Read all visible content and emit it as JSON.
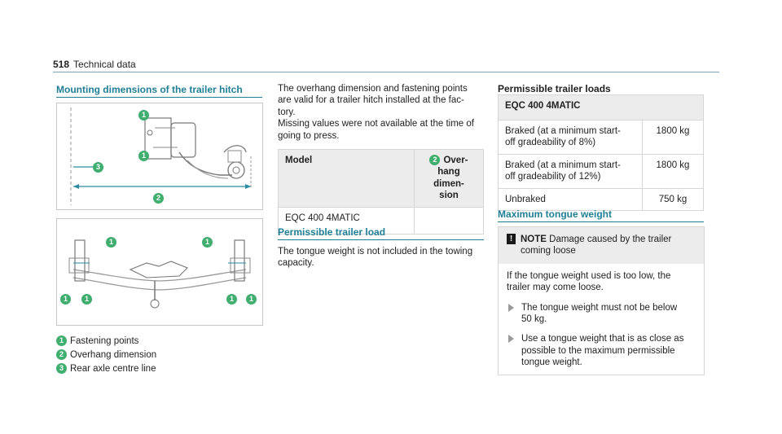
{
  "header": {
    "page_number": "518",
    "section": "Technical data"
  },
  "left": {
    "heading": "Mounting dimensions of the trailer hitch",
    "figure1_badges": [
      "1",
      "1",
      "3",
      "2"
    ],
    "figure2_badges": [
      "1",
      "1",
      "1",
      "1",
      "1",
      "1"
    ],
    "legend": [
      {
        "num": "1",
        "text": "Fastening points"
      },
      {
        "num": "2",
        "text": "Overhang dimension"
      },
      {
        "num": "3",
        "text": "Rear axle centre line"
      }
    ]
  },
  "middle": {
    "para1_line1": "The overhang dimension and fastening points",
    "para1_line2": "are valid for a trailer hitch installed at the fac-",
    "para1_line3": "tory.",
    "para2_line1": "Missing values were not available at the time of",
    "para2_line2": "going to press.",
    "table": {
      "col1_header": "Model",
      "col2_badge": "2",
      "col2_line1": "Over-",
      "col2_line2": "hang dimen-",
      "col2_line3": "sion",
      "row_model": "EQC 400 4MATIC",
      "row_value": ""
    },
    "heading2": "Permissible trailer load",
    "para3_line1": "The tongue weight is not included in the towing",
    "para3_line2": "capacity."
  },
  "right": {
    "heading": "Permissible trailer loads",
    "table": {
      "model": "EQC 400 4MATIC",
      "rows": [
        {
          "l1": "Braked (at a minimum start-",
          "l2": "off gradeability of 8%)",
          "value": "1800 kg"
        },
        {
          "l1": "Braked (at a minimum start-",
          "l2": "off gradeability of 12%)",
          "value": "1800 kg"
        },
        {
          "l1": "Unbraked",
          "l2": "",
          "value": "750 kg"
        }
      ]
    },
    "heading2": "Maximum tongue weight",
    "note": {
      "icon": "!",
      "label": "NOTE",
      "title_l1": "Damage caused by the trailer",
      "title_l2": "coming loose",
      "body_l1": "If the tongue weight used is too low, the",
      "body_l2": "trailer may come loose.",
      "b1_l1": "The tongue weight must not be below",
      "b1_l2": "50 kg.",
      "b2_l1": "Use a tongue weight that is as close as",
      "b2_l2": "possible to the maximum permissible",
      "b2_l3": "tongue weight."
    }
  },
  "colors": {
    "teal": "#1f7f95",
    "badge_green": "#3fae6e",
    "gray_fill": "#ececec"
  }
}
